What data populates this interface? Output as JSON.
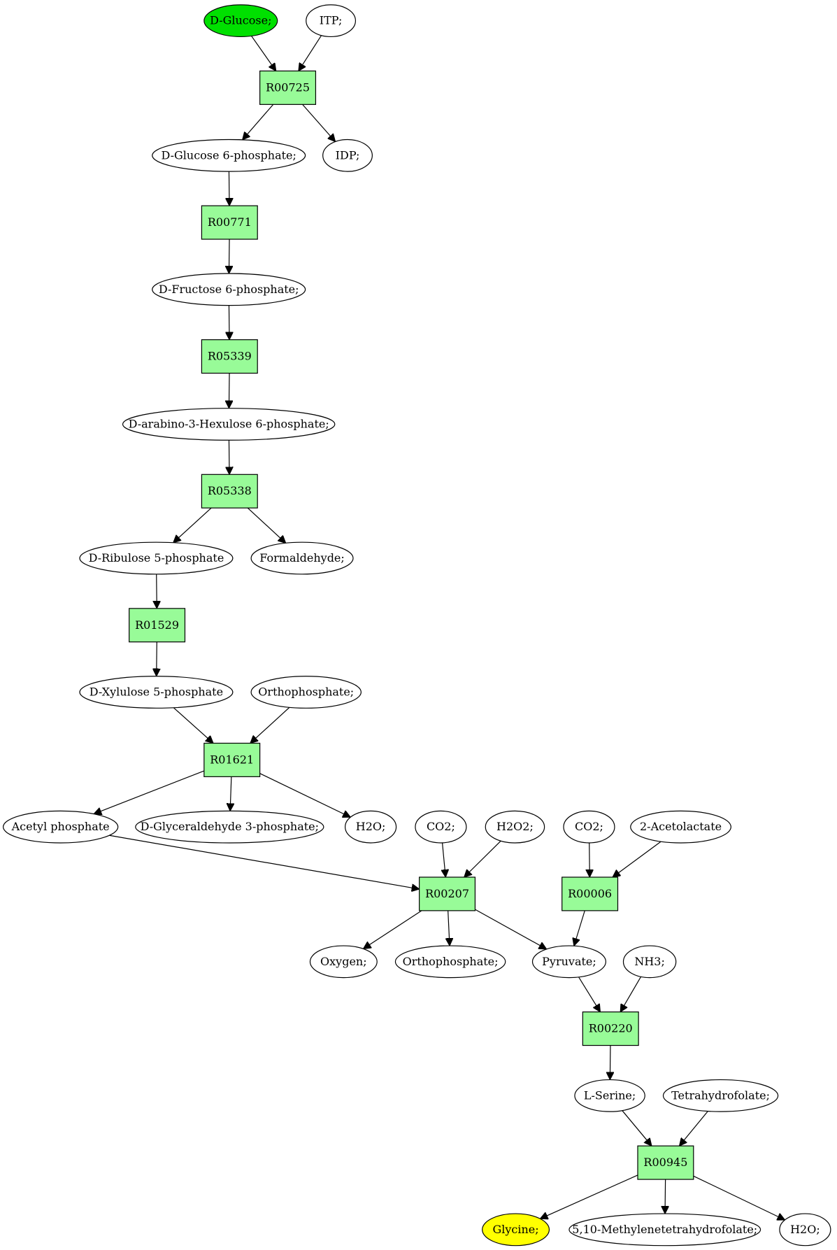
{
  "diagram": {
    "colors": {
      "start": "#00e000",
      "end": "#ffff00",
      "compound": "#ffffff",
      "reaction": "#98fb98",
      "edge": "#000000"
    },
    "compounds": [
      {
        "id": "c_glucose",
        "label": "D-Glucose;",
        "role": "start"
      },
      {
        "id": "c_itp",
        "label": "ITP;"
      },
      {
        "id": "c_g6p",
        "label": "D-Glucose 6-phosphate;"
      },
      {
        "id": "c_idp",
        "label": "IDP;"
      },
      {
        "id": "c_f6p",
        "label": "D-Fructose 6-phosphate;"
      },
      {
        "id": "c_hex6p",
        "label": "D-arabino-3-Hexulose 6-phosphate;"
      },
      {
        "id": "c_ru5p",
        "label": "D-Ribulose 5-phosphate"
      },
      {
        "id": "c_formald",
        "label": "Formaldehyde;"
      },
      {
        "id": "c_xu5p",
        "label": "D-Xylulose 5-phosphate"
      },
      {
        "id": "c_pi1",
        "label": "Orthophosphate;"
      },
      {
        "id": "c_acp",
        "label": "Acetyl phosphate"
      },
      {
        "id": "c_gap",
        "label": "D-Glyceraldehyde 3-phosphate;"
      },
      {
        "id": "c_h2o1",
        "label": "H2O;"
      },
      {
        "id": "c_co2a",
        "label": "CO2;"
      },
      {
        "id": "c_h2o2",
        "label": "H2O2;"
      },
      {
        "id": "c_co2b",
        "label": "CO2;"
      },
      {
        "id": "c_acetolac",
        "label": "2-Acetolactate"
      },
      {
        "id": "c_oxygen",
        "label": "Oxygen;"
      },
      {
        "id": "c_pi2",
        "label": "Orthophosphate;"
      },
      {
        "id": "c_pyr",
        "label": "Pyruvate;"
      },
      {
        "id": "c_nh3",
        "label": "NH3;"
      },
      {
        "id": "c_ser",
        "label": "L-Serine;"
      },
      {
        "id": "c_thf",
        "label": "Tetrahydrofolate;"
      },
      {
        "id": "c_gly",
        "label": "Glycine;",
        "role": "end"
      },
      {
        "id": "c_mthf",
        "label": "5,10-Methylenetetrahydrofolate;"
      },
      {
        "id": "c_h2o2b",
        "label": "H2O;"
      }
    ],
    "reactions": [
      {
        "id": "r_00725",
        "label": "R00725"
      },
      {
        "id": "r_00771",
        "label": "R00771"
      },
      {
        "id": "r_05339",
        "label": "R05339"
      },
      {
        "id": "r_05338",
        "label": "R05338"
      },
      {
        "id": "r_01529",
        "label": "R01529"
      },
      {
        "id": "r_01621",
        "label": "R01621"
      },
      {
        "id": "r_00207",
        "label": "R00207"
      },
      {
        "id": "r_00006",
        "label": "R00006"
      },
      {
        "id": "r_00220",
        "label": "R00220"
      },
      {
        "id": "r_00945",
        "label": "R00945"
      }
    ],
    "edges": [
      [
        "c_glucose",
        "r_00725"
      ],
      [
        "c_itp",
        "r_00725"
      ],
      [
        "r_00725",
        "c_g6p"
      ],
      [
        "r_00725",
        "c_idp"
      ],
      [
        "c_g6p",
        "r_00771"
      ],
      [
        "r_00771",
        "c_f6p"
      ],
      [
        "c_f6p",
        "r_05339"
      ],
      [
        "r_05339",
        "c_hex6p"
      ],
      [
        "c_hex6p",
        "r_05338"
      ],
      [
        "r_05338",
        "c_ru5p"
      ],
      [
        "r_05338",
        "c_formald"
      ],
      [
        "c_ru5p",
        "r_01529"
      ],
      [
        "r_01529",
        "c_xu5p"
      ],
      [
        "c_xu5p",
        "r_01621"
      ],
      [
        "c_pi1",
        "r_01621"
      ],
      [
        "r_01621",
        "c_acp"
      ],
      [
        "r_01621",
        "c_gap"
      ],
      [
        "r_01621",
        "c_h2o1"
      ],
      [
        "c_acp",
        "r_00207"
      ],
      [
        "c_co2a",
        "r_00207"
      ],
      [
        "c_h2o2",
        "r_00207"
      ],
      [
        "r_00207",
        "c_oxygen"
      ],
      [
        "r_00207",
        "c_pi2"
      ],
      [
        "r_00207",
        "c_pyr"
      ],
      [
        "c_co2b",
        "r_00006"
      ],
      [
        "c_acetolac",
        "r_00006"
      ],
      [
        "r_00006",
        "c_pyr"
      ],
      [
        "c_pyr",
        "r_00220"
      ],
      [
        "c_nh3",
        "r_00220"
      ],
      [
        "r_00220",
        "c_ser"
      ],
      [
        "c_ser",
        "r_00945"
      ],
      [
        "c_thf",
        "r_00945"
      ],
      [
        "r_00945",
        "c_gly"
      ],
      [
        "r_00945",
        "c_mthf"
      ],
      [
        "r_00945",
        "c_h2o2b"
      ]
    ]
  }
}
